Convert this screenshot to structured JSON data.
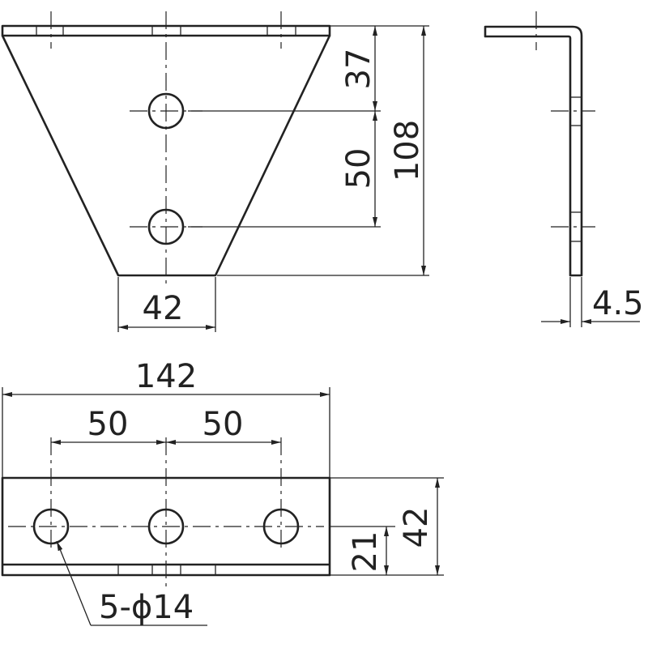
{
  "dimensions": {
    "top_hole_offset": "37",
    "hole_spacing_vertical": "50",
    "overall_height": "108",
    "bottom_width": "42",
    "thickness": "4.5",
    "overall_length": "142",
    "hole_spacing_left": "50",
    "hole_spacing_right": "50",
    "width": "42",
    "hole_center_height": "21",
    "hole_callout": "5-ϕ14"
  },
  "colors": {
    "line": "#222222",
    "background": "#ffffff"
  }
}
